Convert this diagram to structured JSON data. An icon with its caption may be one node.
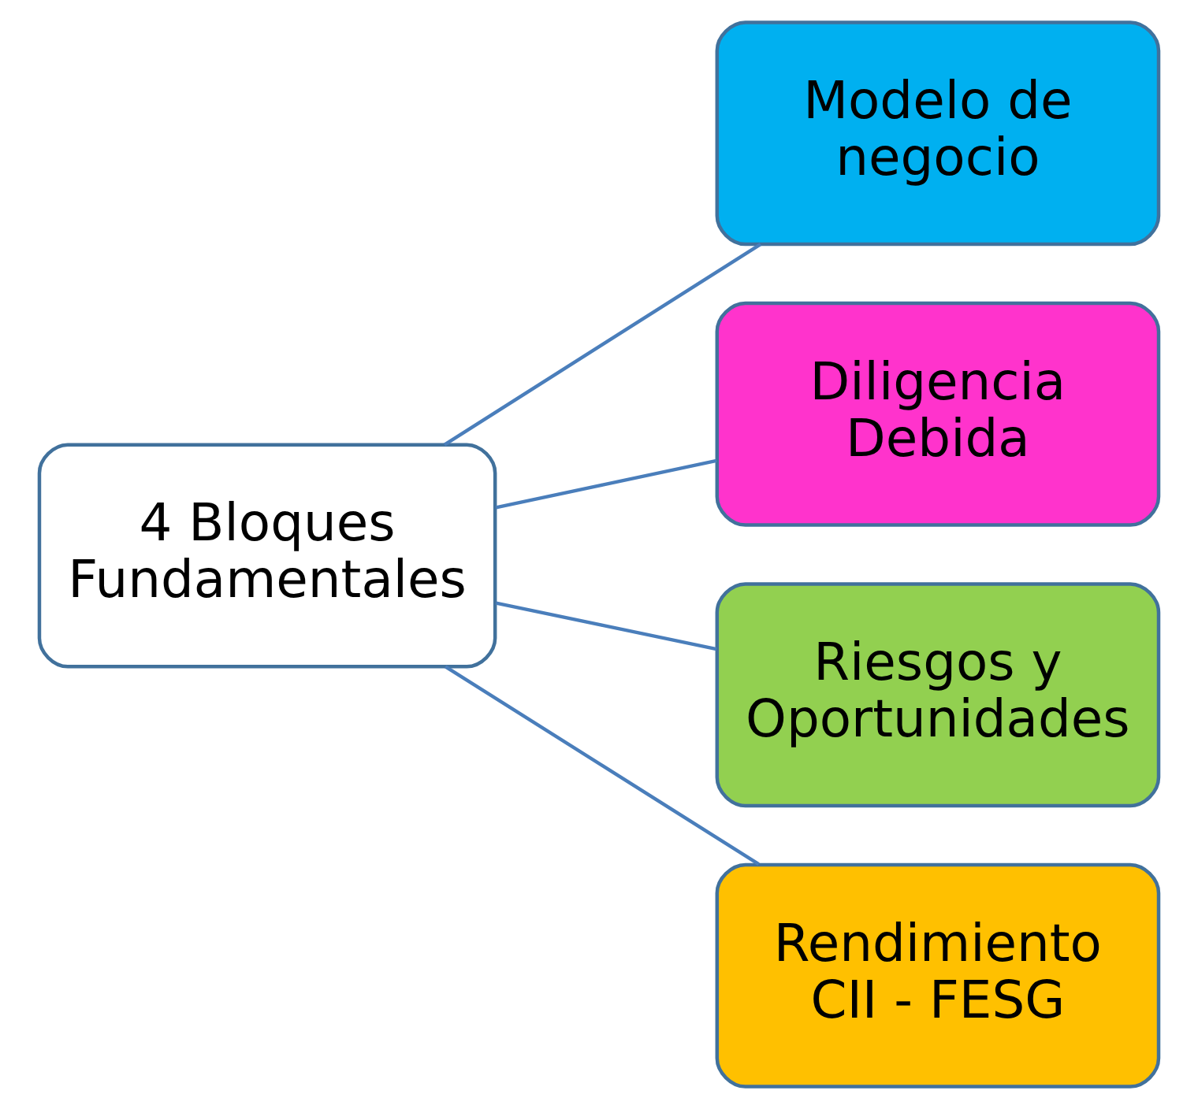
{
  "diagram": {
    "nodes": [
      {
        "text": [
          "4 Bloques Fundamentales"
        ]
      },
      {
        "text": [
          "Modelo de negocio"
        ]
      },
      {
        "text": [
          "Diligencia Debida"
        ]
      },
      {
        "text": [
          "Riesgos y Oportunidades"
        ]
      },
      {
        "text": [
          "Rendimiento CII - FESG"
        ]
      }
    ],
    "edges": [
      {
        "from": 0,
        "to": 1,
        "arrow": "none"
      },
      {
        "from": 0,
        "to": 2,
        "arrow": "none"
      },
      {
        "from": 0,
        "to": 3,
        "arrow": "none"
      },
      {
        "from": 0,
        "to": 4,
        "arrow": "none"
      }
    ]
  }
}
